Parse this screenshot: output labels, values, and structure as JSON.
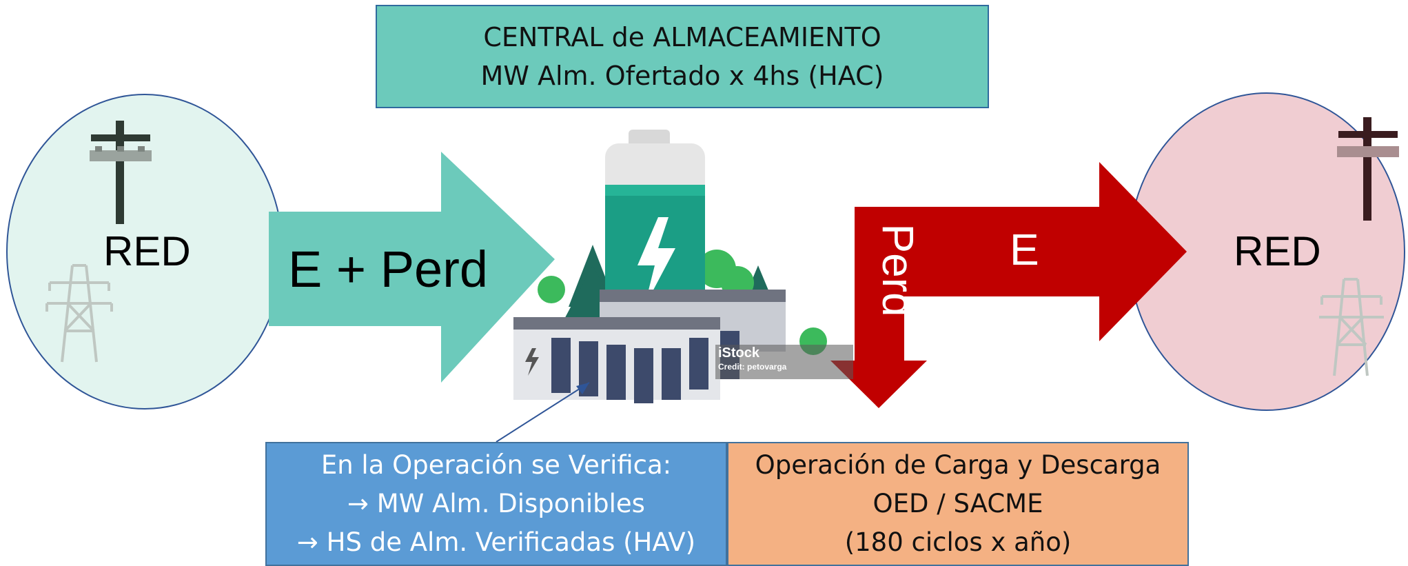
{
  "central_box": {
    "line1": "CENTRAL de ALMACEAMIENTO",
    "line2": "MW Alm. Ofertado x 4hs (HAC)"
  },
  "left_network": {
    "label": "RED"
  },
  "right_network": {
    "label": "RED"
  },
  "input_arrow": {
    "label": "E + Perd"
  },
  "output_arrow": {
    "label": "E"
  },
  "loss_arrow": {
    "label": "Perd"
  },
  "watermark": {
    "brand": "iStock",
    "credit": "Credit: petovarga"
  },
  "verification_box": {
    "line1": "En la Operación se Verifica:",
    "line2": "→ MW Alm. Disponibles",
    "line3": "→ HS de Alm. Verificadas (HAV)"
  },
  "operation_box": {
    "line1": "Operación de Carga y Descarga",
    "line2": "OED / SACME",
    "line3": "(180 ciclos x año)"
  },
  "colors": {
    "teal": "#6ccabb",
    "red": "#c00000",
    "blue_box": "#5b9bd5",
    "orange_box": "#f4b183",
    "left_circle": "#e2f4ef",
    "right_circle": "#f0cdd2"
  }
}
